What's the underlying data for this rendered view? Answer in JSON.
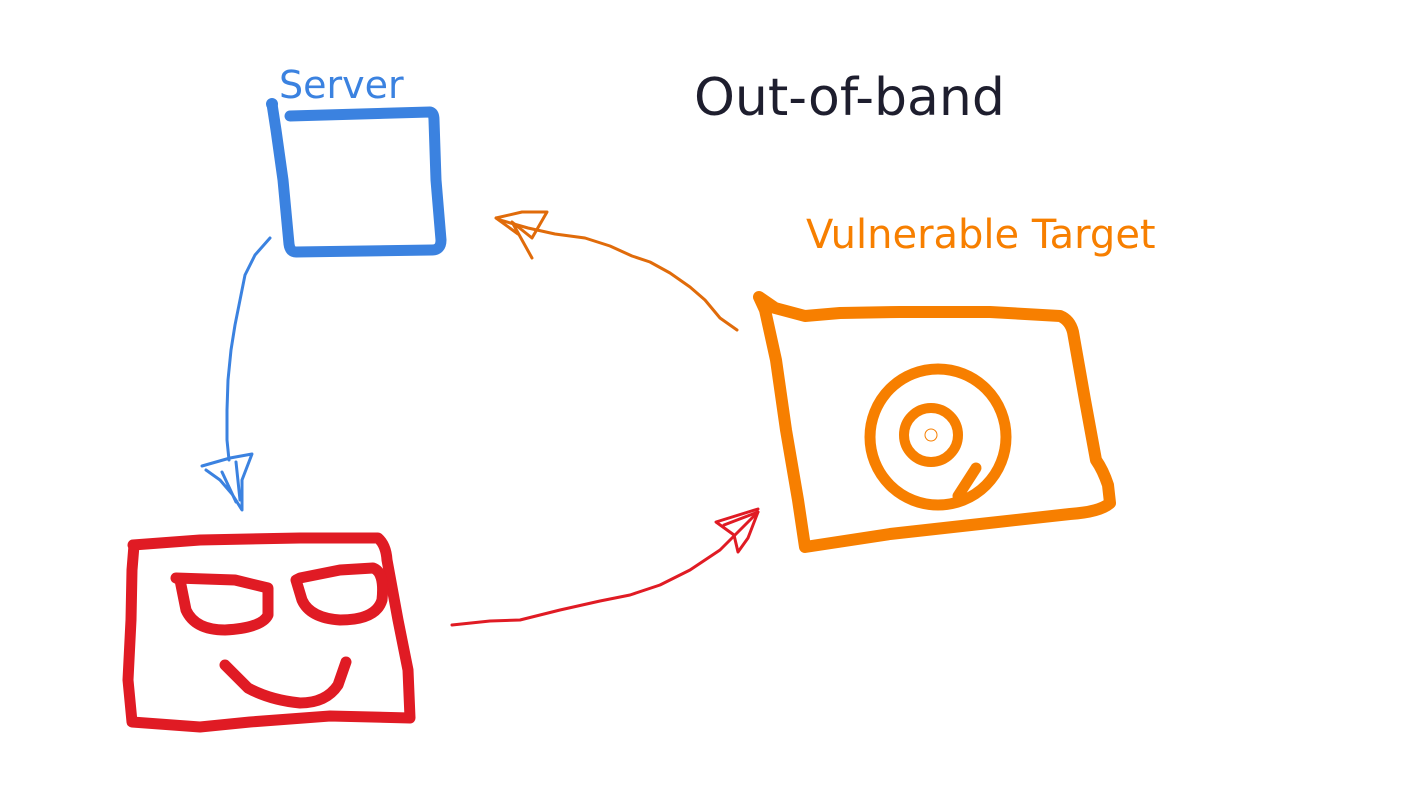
{
  "diagram": {
    "title": "Out-of-band",
    "nodes": {
      "server": {
        "label": "Server",
        "color": "#3b82e0"
      },
      "target": {
        "label": "Vulnerable Target",
        "color": "#f77f00"
      },
      "attacker": {
        "label": "",
        "color": "#e01b24"
      }
    },
    "edges": [
      {
        "from": "attacker",
        "to": "target",
        "color": "#e01b24"
      },
      {
        "from": "target",
        "to": "server",
        "color": "#e06b0a"
      },
      {
        "from": "server",
        "to": "attacker",
        "color": "#3b82e0"
      }
    ]
  }
}
